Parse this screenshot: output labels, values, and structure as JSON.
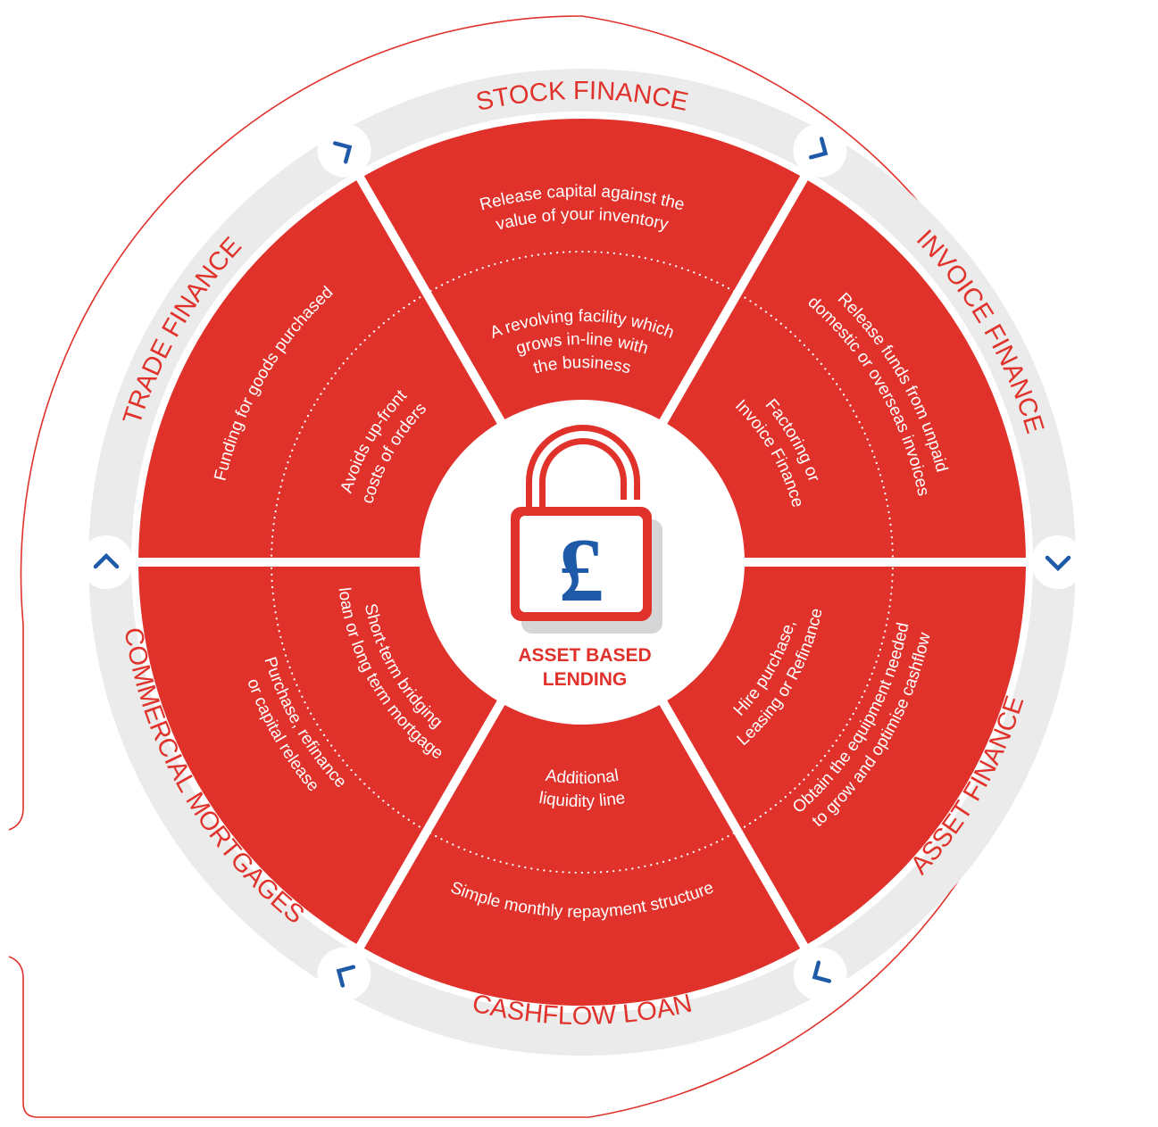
{
  "center": {
    "title_line1": "ASSET BASED",
    "title_line2": "LENDING",
    "lock_symbol": "£",
    "icon": "padlock-pound-icon"
  },
  "segments": [
    {
      "id": "stock",
      "title": "STOCK FINANCE",
      "outer_text": [
        "Release capital against the",
        "value of your inventory"
      ],
      "inner_text": [
        "A revolving facility which",
        "grows in-line with",
        "the business"
      ]
    },
    {
      "id": "invoice",
      "title": "INVOICE FINANCE",
      "outer_text": [
        "Release funds from unpaid",
        "domestic or overseas invoices"
      ],
      "inner_text": [
        "Factoring or",
        "Invoice Finance"
      ]
    },
    {
      "id": "asset",
      "title": "ASSET FINANCE",
      "outer_text": [
        "Obtain the equipment needed",
        "to grow and optimise cashflow"
      ],
      "inner_text": [
        "Hire purchase,",
        "Leasing or Refinance"
      ]
    },
    {
      "id": "cashflow",
      "title": "CASHFLOW LOAN",
      "outer_text": [
        "Simple monthly repayment structure"
      ],
      "inner_text": [
        "Additional",
        "liquidity line"
      ]
    },
    {
      "id": "mortgages",
      "title": "COMMERCIAL MORTGAGES",
      "outer_text": [
        "Purchase, refinance",
        "or capital release"
      ],
      "inner_text": [
        "Short-term bridging",
        "loan or long term mortgage"
      ]
    },
    {
      "id": "trade",
      "title": "TRADE FINANCE",
      "outer_text": [
        "Funding for goods purchased"
      ],
      "inner_text": [
        "Avoids up-front",
        "costs of orders"
      ]
    }
  ],
  "colors": {
    "brand_red": "#e0322b",
    "ring_grey": "#ebebeb",
    "arrow_blue": "#1e5aa8",
    "white": "#ffffff"
  },
  "node_icon": "chevron-arrow-icon"
}
